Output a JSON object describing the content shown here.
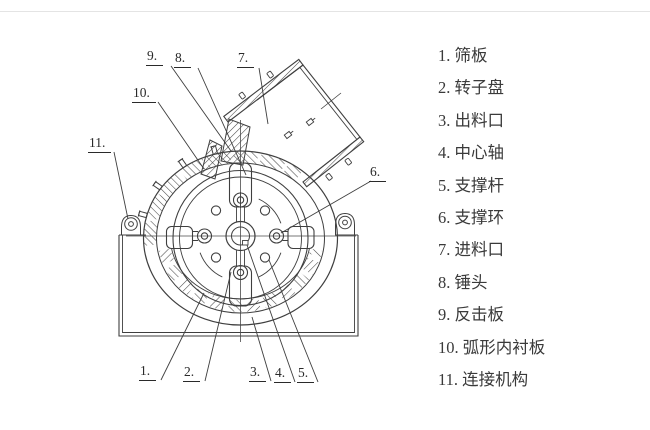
{
  "image": {
    "background": "#ffffff",
    "line_color": "#3f3f3f",
    "top_rule_color": "#e4e4e4",
    "description_names": [
      "crusher-cross-section-drawing",
      "parts-legend"
    ]
  },
  "diagram": {
    "callouts": [
      {
        "id": "9",
        "label": "9."
      },
      {
        "id": "8",
        "label": "8."
      },
      {
        "id": "7",
        "label": "7."
      },
      {
        "id": "10",
        "label": "10."
      },
      {
        "id": "11",
        "label": "11."
      },
      {
        "id": "6",
        "label": "6."
      },
      {
        "id": "1",
        "label": "1."
      },
      {
        "id": "2",
        "label": "2."
      },
      {
        "id": "3",
        "label": "3."
      },
      {
        "id": "4",
        "label": "4."
      },
      {
        "id": "5",
        "label": "5."
      }
    ]
  },
  "legend": {
    "items": [
      {
        "text": "1. 筛板"
      },
      {
        "text": "2. 转子盘"
      },
      {
        "text": "3. 出料口"
      },
      {
        "text": "4. 中心轴"
      },
      {
        "text": "5. 支撑杆"
      },
      {
        "text": "6. 支撑环"
      },
      {
        "text": "7. 进料口"
      },
      {
        "text": "8. 锤头"
      },
      {
        "text": "9. 反击板"
      },
      {
        "text": "10. 弧形内衬板"
      },
      {
        "text": "11. 连接机构"
      }
    ]
  }
}
